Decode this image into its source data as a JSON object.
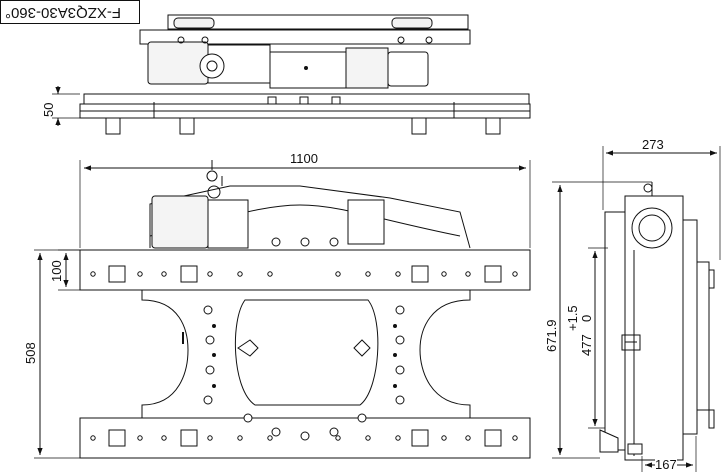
{
  "part_code": "F-XZQ3A30-360°",
  "dimensions": {
    "top_height": "50",
    "width": "1100",
    "bar_height": "100",
    "plate_height": "508",
    "side_depth": "273",
    "side_total": "671.9",
    "side_lower": "477",
    "tol_plus": "+1.5",
    "tol_minus": "0",
    "side_bottom": "167"
  }
}
